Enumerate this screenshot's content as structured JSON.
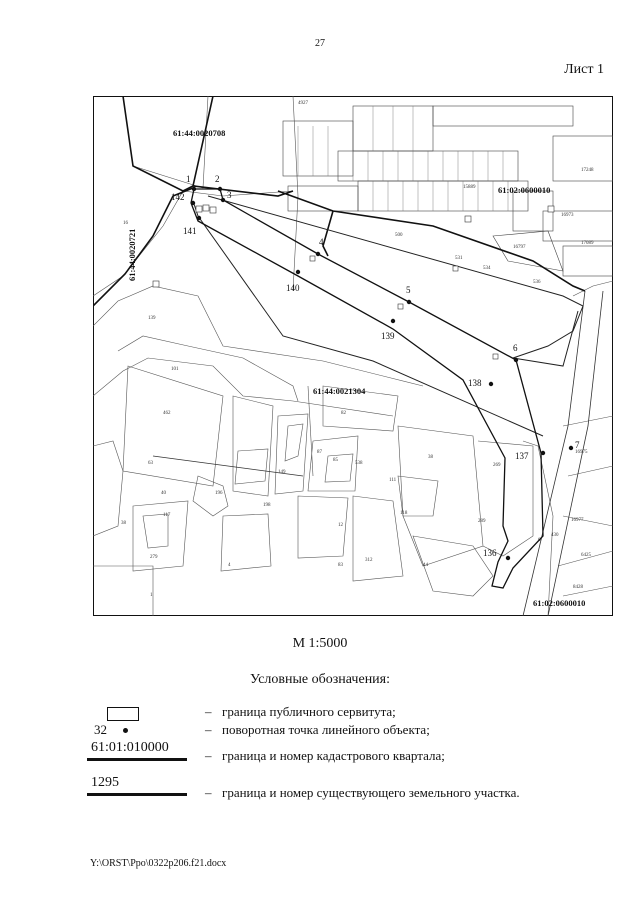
{
  "page_number": "27",
  "sheet_label": "Лист 1",
  "scale": "М 1:5000",
  "legend": {
    "title": "Условные обозначения:",
    "items": [
      {
        "symbol": "rect",
        "symbol_text": "",
        "dash": "–",
        "text": "граница публичного сервитута;"
      },
      {
        "symbol": "point",
        "symbol_text": "32",
        "dash": "–",
        "text": "поворотная точка линейного объекта;"
      },
      {
        "symbol": "quarter-line",
        "symbol_text": "61:01:010000",
        "dash": "–",
        "text": "граница и номер кадастрового квартала;"
      },
      {
        "symbol": "parcel-line",
        "symbol_text": "1295",
        "dash": "–",
        "text": "граница и номер существующего земельного участка."
      }
    ]
  },
  "footer_path": "Y:\\ORST\\Ppo\\0322p206.f21.docx",
  "map": {
    "cadastral_quarters": [
      "61:44:0020708",
      "61:02:0600010",
      "61:44:0020721",
      "61:44:0021304",
      "61:02:0600010"
    ],
    "points": [
      "1",
      "2",
      "3",
      "4",
      "5",
      "6",
      "7",
      "136",
      "137",
      "138",
      "139",
      "140",
      "141",
      "142"
    ],
    "parcel_labels": [
      "4927",
      "16",
      "500",
      "531",
      "534",
      "536",
      "139",
      "101",
      "462",
      "82",
      "38",
      "269",
      "111",
      "118",
      "289",
      "430",
      "44",
      "85",
      "83",
      "312",
      "12",
      "198",
      "196",
      "149",
      "87",
      "538",
      "63",
      "40",
      "117",
      "38",
      "279",
      "4",
      "1",
      "8428",
      "16977",
      "16975",
      "6425",
      "17248",
      "17089",
      "16797",
      "15889",
      "16973",
      "6"
    ]
  }
}
